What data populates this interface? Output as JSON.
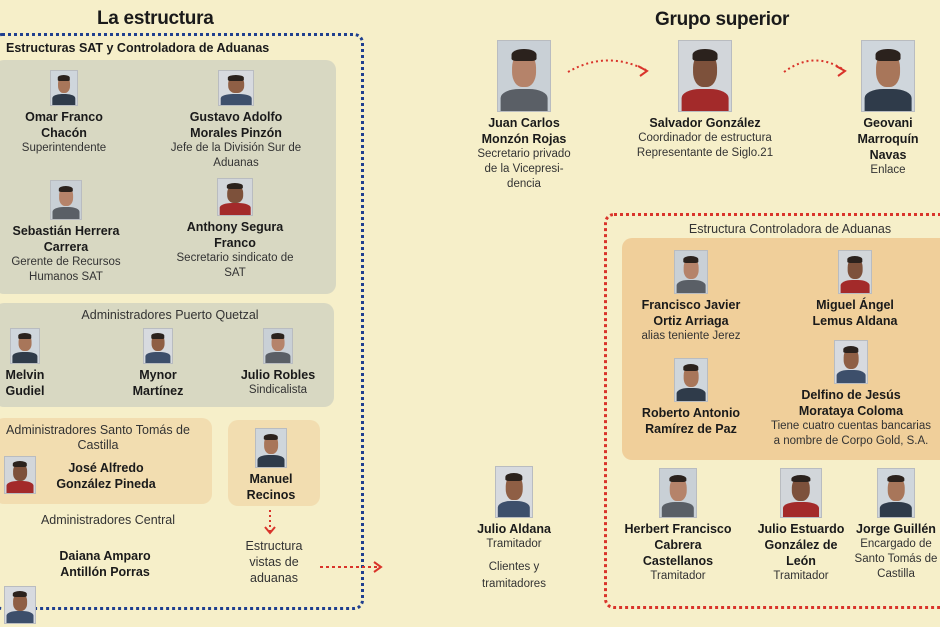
{
  "left": {
    "title": "La estructura",
    "sat_section": {
      "label": "Estructuras SAT y Controladora de Aduanas",
      "people": [
        {
          "name": "Omar Franco\nChacón",
          "role": "Superintendente"
        },
        {
          "name": "Gustavo Adolfo\nMorales Pinzón",
          "role": "Jefe de la División Sur de\nAduanas"
        },
        {
          "name": "Sebastián Herrera\nCarrera",
          "role": "Gerente de Recursos\nHumanos SAT"
        },
        {
          "name": "Anthony Segura\nFranco",
          "role": "Secretario sindicato de\nSAT"
        }
      ]
    },
    "quetzal_section": {
      "label": "Administradores Puerto Quetzal",
      "people": [
        {
          "name": "Melvin\nGudiel",
          "role": ""
        },
        {
          "name": "Mynor\nMartínez",
          "role": ""
        },
        {
          "name": "Julio Robles",
          "role": "Sindicalista"
        }
      ]
    },
    "santo_tomas_section": {
      "label": "Administradores Santo Tomás de\nCastilla",
      "people": [
        {
          "name": "José Alfredo\nGonzález Pineda",
          "role": ""
        }
      ]
    },
    "manuel": {
      "name": "Manuel\nRecinos",
      "role": ""
    },
    "central_section": {
      "label": "Administradores Central",
      "people": [
        {
          "name": "Daiana Amparo\nAntillón Porras",
          "role": ""
        }
      ]
    },
    "estructura_note": "Estructura\nvistas de\naduanas"
  },
  "right": {
    "title": "Grupo superior",
    "top": [
      {
        "name": "Juan Carlos\nMonzón Rojas",
        "role": "Secretario privado\nde la Vicepresi-\ndencia"
      },
      {
        "name": "Salvador González",
        "role": "Coordinador de estructura\nRepresentante de Siglo.21"
      },
      {
        "name": "Geovani\nMarroquín\nNavas",
        "role": "Enlace"
      }
    ],
    "julio_aldana": {
      "name": "Julio Aldana",
      "role": "Tramitador",
      "note": "Clientes y\ntramitadores"
    },
    "controladora": {
      "label": "Estructura Controladora de Aduanas",
      "people": [
        {
          "name": "Francisco Javier\nOrtiz Arriaga",
          "role": "alias teniente Jerez"
        },
        {
          "name": "Miguel Ángel\nLemus Aldana",
          "role": ""
        },
        {
          "name": "Roberto Antonio\nRamírez de Paz",
          "role": ""
        },
        {
          "name": "Delfino de Jesús\nMorataya Coloma",
          "role": "Tiene cuatro cuentas bancarias\na nombre de Corpo Gold, S.A."
        }
      ]
    },
    "tramitadores": [
      {
        "name": "Herbert Francisco\nCabrera\nCastellanos",
        "role": "Tramitador"
      },
      {
        "name": "Julio Estuardo\nGonzález de\nLeón",
        "role": "Tramitador"
      },
      {
        "name": "Jorge Guillén",
        "role": "Encargado de\nSanto Tomás de\nCastilla"
      }
    ]
  },
  "colors": {
    "background": "#f6efc9",
    "left_border": "#1f3f8f",
    "right_border": "#d9342b",
    "panel_gray": "#d8d8c2",
    "panel_beige": "#f2ddb0",
    "panel_orange": "#f0cf9a",
    "arrow": "#d9342b"
  },
  "icons": {
    "photos": "person-photo-icon",
    "arrows": "dotted-arrow-icon"
  }
}
